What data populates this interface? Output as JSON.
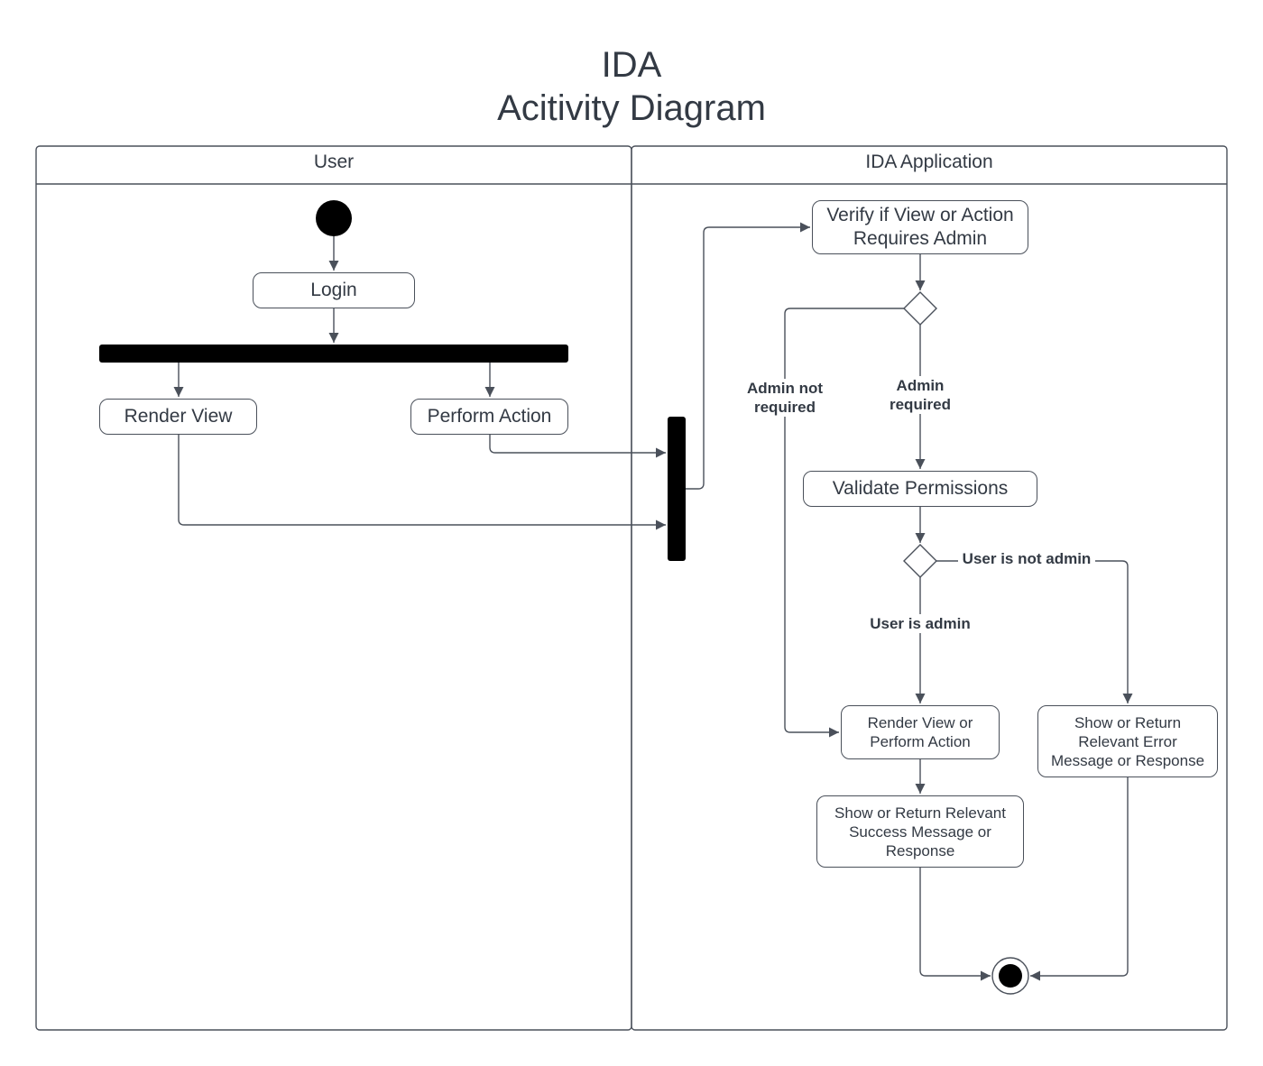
{
  "title": {
    "line1": "IDA",
    "line2": "Acitivity Diagram"
  },
  "lanes": {
    "user": "User",
    "app": "IDA Application"
  },
  "nodes": {
    "login": "Login",
    "render_view": "Render View",
    "perform_action": "Perform Action",
    "verify": "Verify if View or Action Requires Admin",
    "validate": "Validate Permissions",
    "render_or_perform": "Render View or Perform Action",
    "error_msg": "Show or Return Relevant Error Message or Response",
    "success_msg": "Show or Return Relevant Success Message or Response"
  },
  "edge_labels": {
    "admin_not_required": "Admin not required",
    "admin_required": "Admin required",
    "user_not_admin": "User is not admin",
    "user_is_admin": "User is admin"
  },
  "colors": {
    "line": "#4a505a",
    "text": "#333a44",
    "fill": "#000000"
  }
}
